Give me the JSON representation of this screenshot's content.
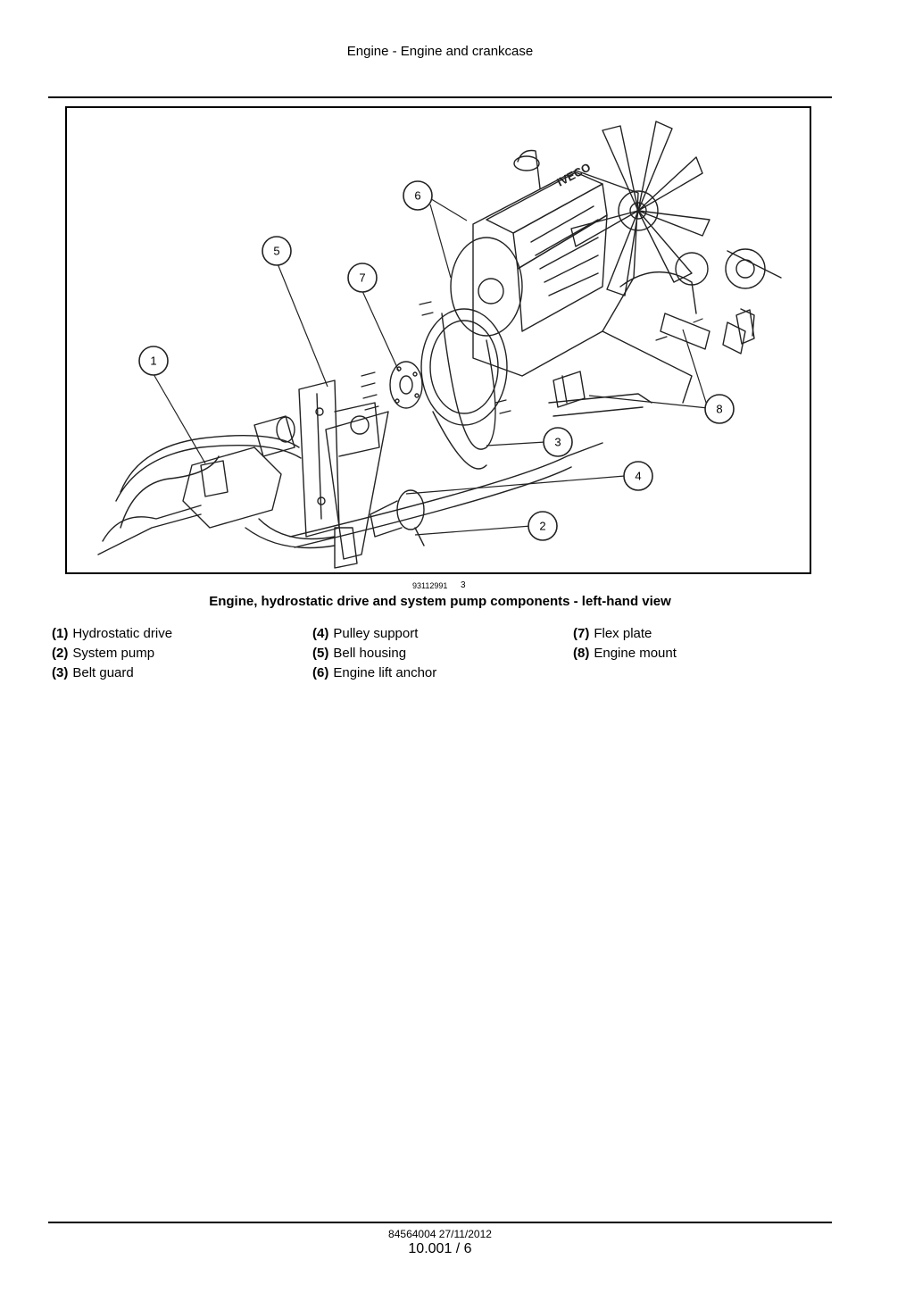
{
  "header": {
    "title": "Engine - Engine and crankcase"
  },
  "figure": {
    "reference_code": "93112991",
    "number": "3",
    "caption": "Engine, hydrostatic drive and system pump components - left-hand view",
    "logo_text": "IVECO",
    "callouts": [
      "1",
      "2",
      "3",
      "4",
      "5",
      "6",
      "7",
      "8"
    ]
  },
  "legend": [
    {
      "num": "(1)",
      "label": "Hydrostatic drive"
    },
    {
      "num": "(2)",
      "label": "System pump"
    },
    {
      "num": "(3)",
      "label": "Belt guard"
    },
    {
      "num": "(4)",
      "label": "Pulley support"
    },
    {
      "num": "(5)",
      "label": "Bell housing"
    },
    {
      "num": "(6)",
      "label": "Engine lift anchor"
    },
    {
      "num": "(7)",
      "label": "Flex plate"
    },
    {
      "num": "(8)",
      "label": "Engine mount"
    }
  ],
  "footer": {
    "doc_ref": "84564004 27/11/2012",
    "page": "10.001 / 6"
  }
}
